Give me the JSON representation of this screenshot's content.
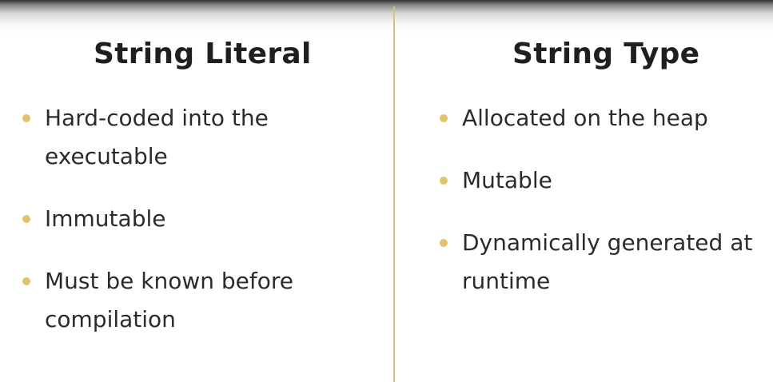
{
  "left": {
    "title": "String Literal",
    "items": [
      "Hard-coded into the executable",
      "Immutable",
      "Must be known before compilation"
    ]
  },
  "right": {
    "title": "String Type",
    "items": [
      "Allocated on the heap",
      "Mutable",
      "Dynamically generated at runtime"
    ]
  },
  "colors": {
    "bullet": "#e2c36b",
    "divider": "#d9c27a",
    "text": "#2b2b2b",
    "heading": "#1f1f1f"
  },
  "icons": {
    "bullet": "bullet-dot-icon"
  }
}
